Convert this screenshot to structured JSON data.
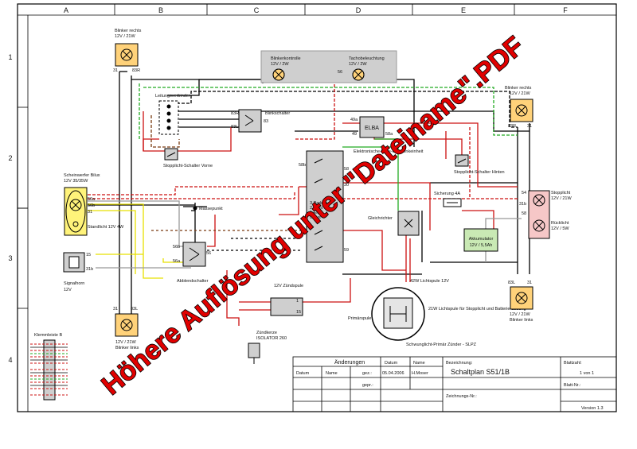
{
  "grid": {
    "cols": [
      "A",
      "B",
      "C",
      "D",
      "E",
      "F"
    ],
    "rows": [
      "1",
      "2",
      "3",
      "4"
    ]
  },
  "components": {
    "blinker_rechts_1": {
      "title": "Blinker rechts",
      "rating": "12V / 21W",
      "pin_a": "31",
      "pin_b": "83R"
    },
    "blinkerkontrolle": {
      "title": "Blinkerkontrolle",
      "rating": "12V / 2W"
    },
    "tachobeleuchtung": {
      "title": "Tachobeleuchtung",
      "rating": "12V / 2W",
      "pin": "56"
    },
    "blinker_rechts_2": {
      "title": "Blinker rechts",
      "rating": "12V / 21W",
      "pin_a": "83R",
      "pin_b": "31"
    },
    "leitungsverbinder": {
      "title": "Leitungsverbinder"
    },
    "blinkschalter": {
      "title": "Blinkschalter",
      "pin_a": "83R",
      "pin_b": "83",
      "pin_c": "83L"
    },
    "elba": {
      "title": "ELBA",
      "caption": "Elektronische Lade-und Blinkeinheit",
      "pin_a": "49a",
      "pin_b": "49",
      "pin_c": "58a"
    },
    "stopplicht_vorne": {
      "title": "Stopplicht-Schalter Vorne"
    },
    "stopplicht_hinten": {
      "title": "Stopplicht-Schalter Hinten"
    },
    "scheinwerfer": {
      "title": "Scheinwerfer Bilux",
      "rating": "12V 35/35W",
      "pin_a": "56a",
      "pin_b": "56b",
      "pin_c": "31",
      "standlicht": "Standlicht 12V 4W"
    },
    "massepunkt": {
      "title": "Massepunkt"
    },
    "zuendschloss": {
      "pin_a": "58b",
      "pin_b": "58",
      "pin_c": "30",
      "pin_d": "59",
      "legend_1": "3 Parken",
      "legend_2": "2 Licht",
      "legend_3": "1 Ein",
      "legend_4": "0 Aus"
    },
    "sicherung": {
      "title": "Sicherung 4A"
    },
    "gleichrichter": {
      "title": "Gleichrichter"
    },
    "akkumulator": {
      "title": "Akkumulator",
      "rating": "12V / 5,5Ah"
    },
    "stopplicht": {
      "title": "Stopplicht",
      "rating": "12V / 21W",
      "pin_a": "54",
      "pin_b": "31b"
    },
    "rueckslicht": {
      "title": "Rücklicht",
      "rating": "12V / 5W",
      "pin": "58"
    },
    "signalhorn": {
      "title": "Signalhorn",
      "rating": "12V",
      "pin_a": "15",
      "pin_b": "31b"
    },
    "abblendschalter": {
      "title": "Abblendschalter",
      "pin_a": "56b",
      "pin_b": "56",
      "pin_c": "56a"
    },
    "zuendspule": {
      "title": "12V Zündspule",
      "pin_a": "1",
      "pin_b": "15"
    },
    "zuendkerze": {
      "title": "Zündkerze",
      "model": "ISOLATOR 260"
    },
    "lichtspule_42": {
      "title": "42W Lichtspule 12V"
    },
    "lichtspule_21": {
      "title": "21W Lichtspule für Stopplicht und Batterie-Ladung"
    },
    "primaerspule": {
      "title": "Primärspule"
    },
    "schwunglicht": {
      "title": "Schwunglicht-Primär Zünder - SLPZ"
    },
    "blinker_links_1": {
      "title": "12V / 21W",
      "subtitle": "Blinker links",
      "pin_a": "31",
      "pin_b": "83L"
    },
    "blinker_links_2": {
      "title": "12V / 21W",
      "subtitle": "Blinker links",
      "pin_a": "83L",
      "pin_b": "31"
    },
    "klemmleiste": {
      "title": "Klemmleiste B"
    }
  },
  "titleblock": {
    "aenderungen": "Änderungen",
    "datum_col": "Datum",
    "name_col": "Name",
    "datum_hdr": "Datum",
    "name_hdr": "Name",
    "gez": "gez.:",
    "gez_datum": "05.04.2006",
    "gez_name": "H.Moser",
    "gepr": "gepr.:",
    "bezeichnung": "Bezeichnung:",
    "plan_title": "Schaltplan S51/1B",
    "zeichnungs_nr": "Zeichnungs-Nr.:",
    "blattzahl": "Blattzahl:",
    "blatt_count": "1 von 1",
    "blatt_nr": "Blatt-Nr.:",
    "version": "Version 1.3"
  },
  "watermark": "Höhere Auflösung unter \"Dateiname\".PDF",
  "colors": {
    "frame": "#000000",
    "lamp": "#ffd27a",
    "red": "#cc1111",
    "green": "#22aa22",
    "yellow": "#e8e000",
    "brown": "#7a3b10",
    "grey": "#999999",
    "pink_box": "#f6c7c7",
    "green_box": "#c9e9b4",
    "grey_box": "#cfcfcf",
    "watermark": "#e00000"
  }
}
